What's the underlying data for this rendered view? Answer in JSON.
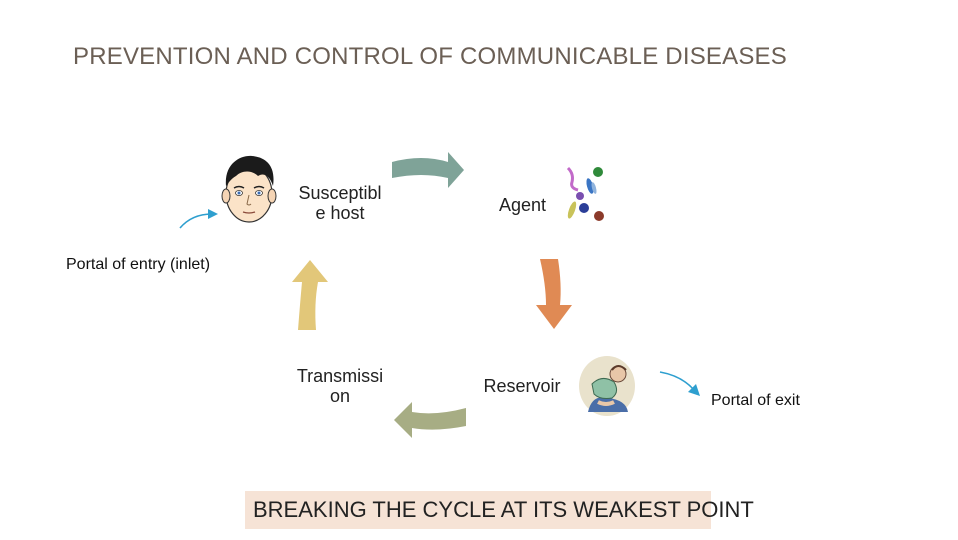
{
  "title": "PREVENTION AND CONTROL OF COMMUNICABLE DISEASES",
  "cycle": {
    "susceptible_host": "Susceptibl\ne host",
    "agent": "Agent",
    "reservoir": "Reservoir",
    "transmission": "Transmissi\non"
  },
  "portal_entry": "Portal of entry (inlet)",
  "portal_exit": "Portal of exit",
  "bottom_banner": "BREAKING THE CYCLE AT ITS WEAKEST POINT",
  "colors": {
    "title": "#6b5f55",
    "arrow_host_agent": "#7fa398",
    "arrow_agent_reservoir": "#e08a54",
    "arrow_reservoir_transmission": "#a7ad84",
    "arrow_transmission_host": "#e2c779",
    "portal_arrows": "#2e9fcf",
    "banner_background": "#f6e3d6"
  },
  "icons": [
    "man-face-icon",
    "microbes-icon",
    "sick-person-icon"
  ]
}
